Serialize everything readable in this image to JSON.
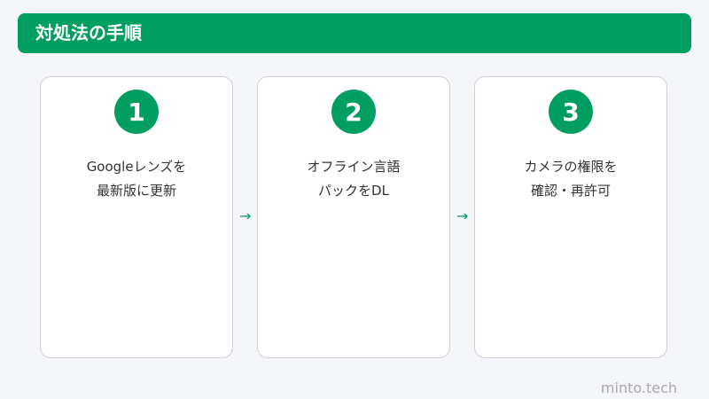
{
  "header": {
    "title": "対処法の手順"
  },
  "colors": {
    "accent": "#009e60",
    "background": "#f5f6fa",
    "card_border": "#cfcfd4"
  },
  "steps": [
    {
      "number": "1",
      "line1": "Googleレンズを",
      "line2": "最新版に更新"
    },
    {
      "number": "2",
      "line1": "オフライン言語",
      "line2": "パックをDL"
    },
    {
      "number": "3",
      "line1": "カメラの権限を",
      "line2": "確認・再許可"
    }
  ],
  "arrows": [
    "→",
    "→"
  ],
  "footer": {
    "brand": "minto.tech"
  }
}
